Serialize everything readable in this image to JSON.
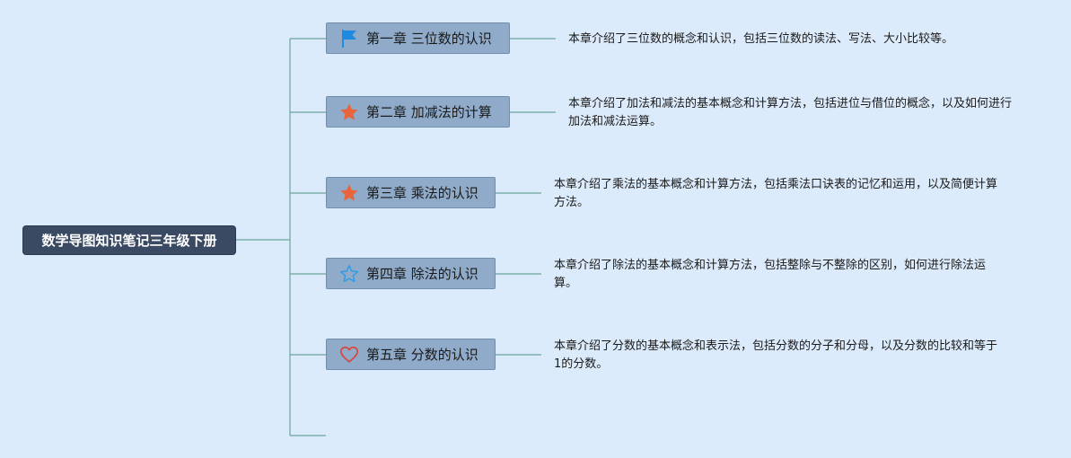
{
  "root": {
    "title": "数学导图知识笔记三年级下册"
  },
  "chapters": [
    {
      "label": "第一章 三位数的认识",
      "icon": "blue-flag-icon",
      "description": "本章介绍了三位数的概念和认识，包括三位数的读法、写法、大小比较等。"
    },
    {
      "label": "第二章 加减法的计算",
      "icon": "orange-star-icon",
      "description": "本章介绍了加法和减法的基本概念和计算方法，包括进位与借位的概念，以及如何进行加法和减法运算。"
    },
    {
      "label": "第三章 乘法的认识",
      "icon": "orange-star-icon",
      "description": "本章介绍了乘法的基本概念和计算方法，包括乘法口诀表的记忆和运用，以及简便计算方法。"
    },
    {
      "label": "第四章 除法的认识",
      "icon": "blue-outline-star-icon",
      "description": "本章介绍了除法的基本概念和计算方法，包括整除与不整除的区别，如何进行除法运算。"
    },
    {
      "label": "第五章 分数的认识",
      "icon": "red-heart-icon",
      "description": "本章介绍了分数的基本概念和表示法，包括分数的分子和分母，以及分数的比较和等于1的分数。"
    }
  ],
  "colors": {
    "background": "#dcebfb",
    "root_fill": "#3a4a63",
    "chapter_fill": "#8fabc9",
    "connector": "#6aa59a",
    "flag": "#1f8be0",
    "star": "#e8643a",
    "outline_star": "#2e9be6",
    "heart": "#d9453d"
  }
}
